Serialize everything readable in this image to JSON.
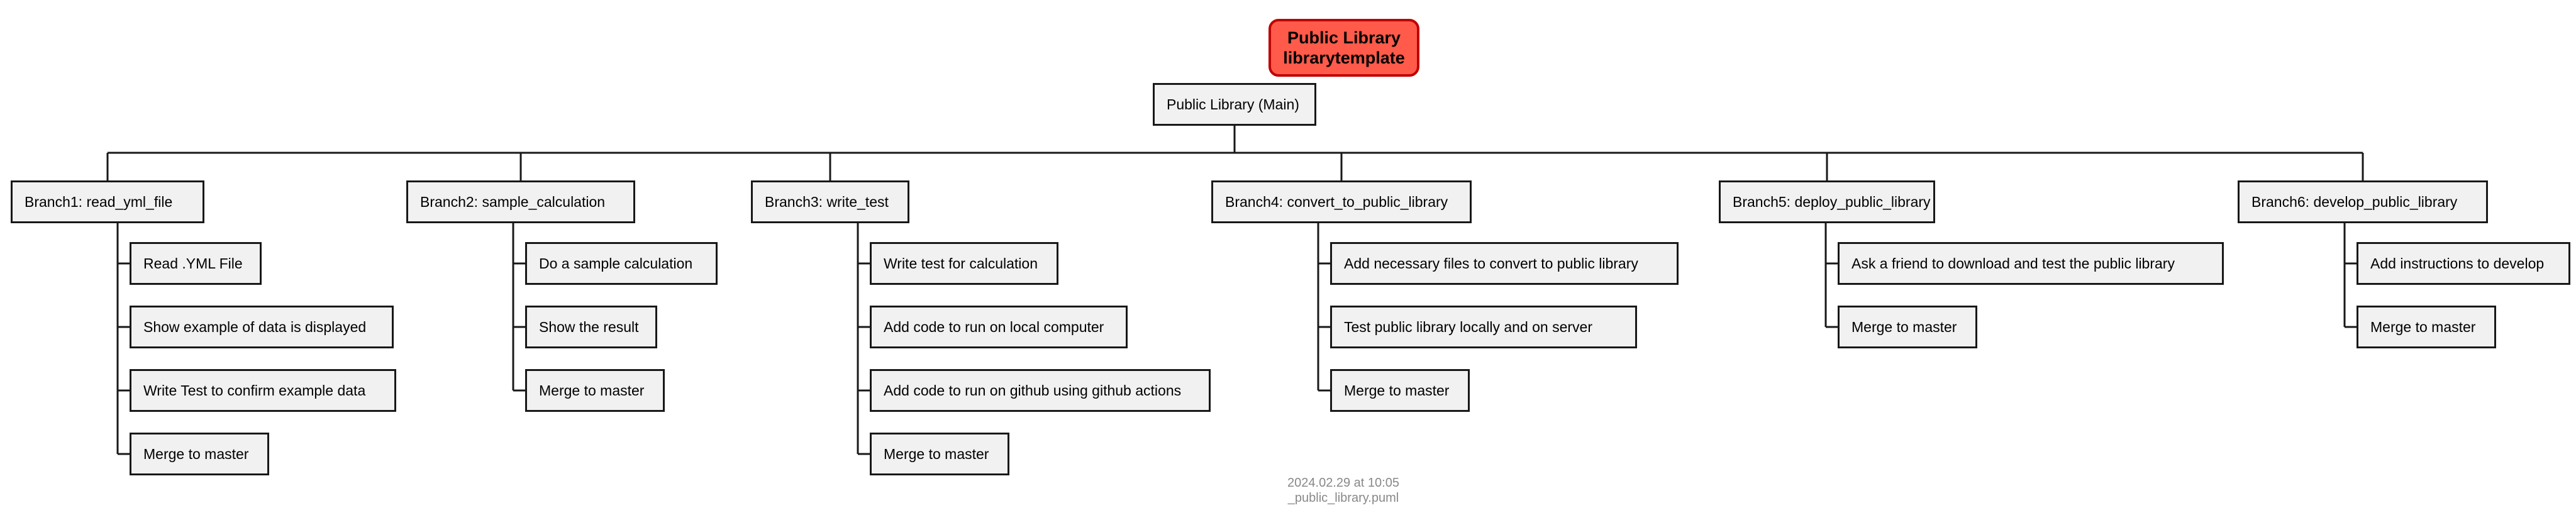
{
  "title": {
    "line1": "Public Library",
    "line2": "librarytemplate"
  },
  "root": {
    "label": "Public Library (Main)"
  },
  "branches": [
    {
      "label": "Branch1: read_yml_file",
      "tasks": [
        "Read .YML File",
        "Show example of data is displayed",
        "Write Test to confirm example data",
        "Merge to master"
      ]
    },
    {
      "label": "Branch2: sample_calculation",
      "tasks": [
        "Do a sample calculation",
        "Show the result",
        "Merge to master"
      ]
    },
    {
      "label": "Branch3: write_test",
      "tasks": [
        "Write test for calculation",
        "Add code to run on local computer",
        "Add code to run on github using github actions",
        "Merge to master"
      ]
    },
    {
      "label": "Branch4: convert_to_public_library",
      "tasks": [
        "Add necessary files to convert to public library",
        "Test public library locally and on server",
        "Merge to master"
      ]
    },
    {
      "label": "Branch5: deploy_public_library",
      "tasks": [
        "Ask a friend to download and test the public library",
        "Merge to master"
      ]
    },
    {
      "label": "Branch6: develop_public_library",
      "tasks": [
        "Add instructions to develop",
        "Merge to master"
      ]
    }
  ],
  "footer": {
    "timestamp": "2024.02.29 at 10:05",
    "filename": "_public_library.puml"
  },
  "colors": {
    "line": "#181818",
    "node_fill": "#f1f1f1",
    "title_fill": "#ff5a4a",
    "title_border": "#c00000",
    "footer_text": "#888888"
  }
}
